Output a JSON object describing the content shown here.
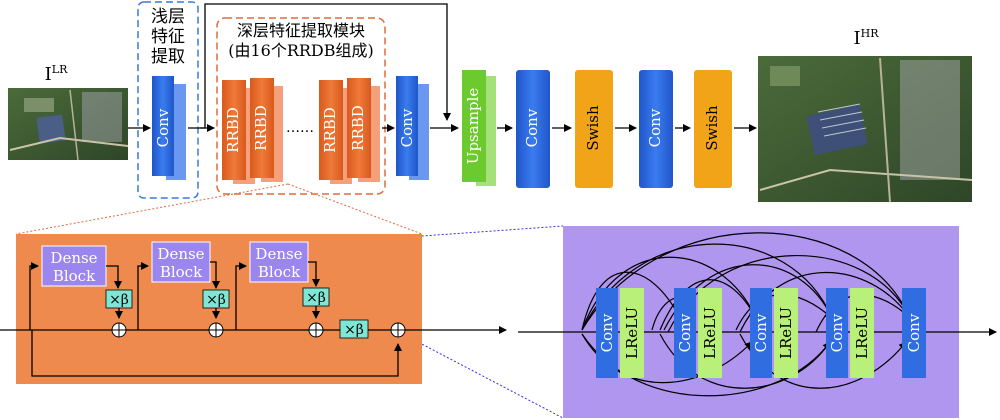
{
  "top": {
    "input_label_main": "I",
    "input_label_sup": "LR",
    "output_label_main": "I",
    "output_label_sup": "HR",
    "shallow_title": [
      "浅层",
      "特征",
      "提取"
    ],
    "deep_title": [
      "深层特征提取模块",
      "(由16个RRDB组成)"
    ],
    "conv": "Conv",
    "rrdb": "RRBD",
    "dots": "……",
    "upsample": "Upsample",
    "swish": "Swish"
  },
  "rrdb_detail": {
    "dense_block": [
      "Dense",
      "Block"
    ],
    "beta": "×β"
  },
  "dense_detail": {
    "conv": "Conv",
    "lrelu": "LReLU"
  },
  "colors": {
    "conv_blue": "#2f6de0",
    "rrdb_orange": "#e86a2a",
    "upsample_green": "#6cc92e",
    "swish_orange": "#f2a418",
    "panel_orange": "#ee8a4e",
    "panel_purple": "#b196f0",
    "dense_box": "#9b86f0",
    "beta_box": "#7fe6d6",
    "lrelu_green": "#b8f07a",
    "shallow_dash": "#3a78d8",
    "deep_dash": "#e06a3a"
  }
}
